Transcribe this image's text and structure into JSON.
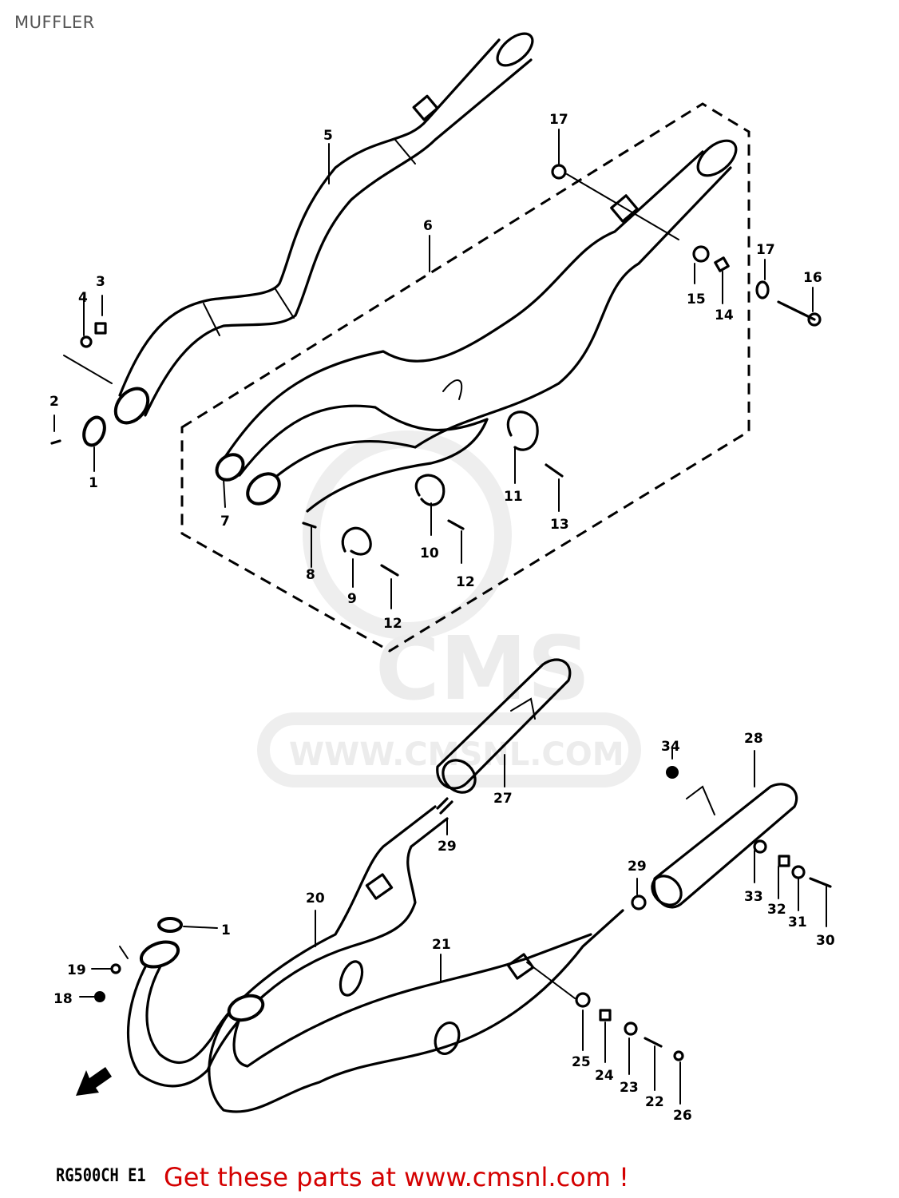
{
  "page": {
    "title": "MUFFLER",
    "model_code": "RG500CH E1",
    "cta": "Get these parts at www.cmsnl.com !"
  },
  "watermark": {
    "logo_text": "CMS",
    "url_text": "WWW.CMSNL.COM"
  },
  "callouts": {
    "c1a": "1",
    "c2": "2",
    "c3": "3",
    "c4": "4",
    "c5": "5",
    "c6": "6",
    "c7": "7",
    "c8": "8",
    "c9": "9",
    "c10": "10",
    "c11": "11",
    "c12a": "12",
    "c12b": "12",
    "c13": "13",
    "c14": "14",
    "c15": "15",
    "c16": "16",
    "c17a": "17",
    "c17b": "17",
    "c1b": "1",
    "c18": "18",
    "c19": "19",
    "c20": "20",
    "c21": "21",
    "c22": "22",
    "c23": "23",
    "c24": "24",
    "c25": "25",
    "c26": "26",
    "c27": "27",
    "c28": "28",
    "c29a": "29",
    "c29b": "29",
    "c30": "30",
    "c31": "31",
    "c32": "32",
    "c33": "33",
    "c34": "34"
  },
  "icons": {
    "front_arrow": "arrow-down-left-icon"
  }
}
